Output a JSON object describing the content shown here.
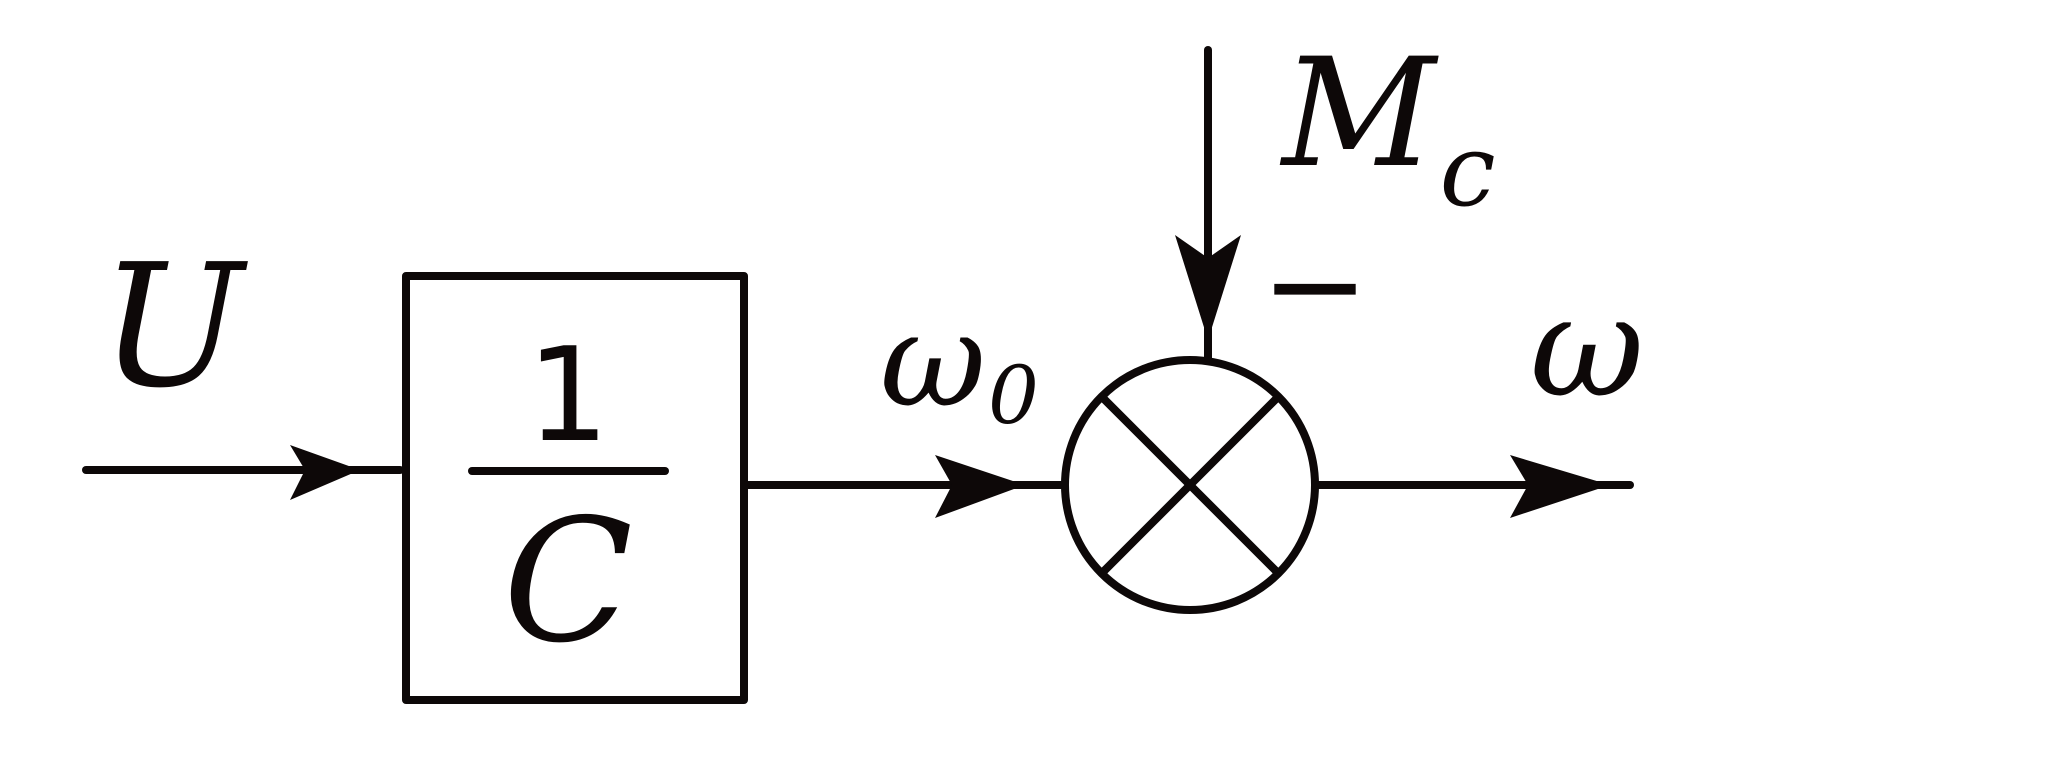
{
  "labels": {
    "input": "U",
    "block_numerator": "1",
    "block_denominator": "C",
    "intermediate": "ω",
    "intermediate_sub": "0",
    "disturbance": "M",
    "disturbance_sub": "c",
    "disturbance_sign": "−",
    "output": "ω"
  },
  "colors": {
    "ink": "#0d0808",
    "background": "#ffffff"
  }
}
